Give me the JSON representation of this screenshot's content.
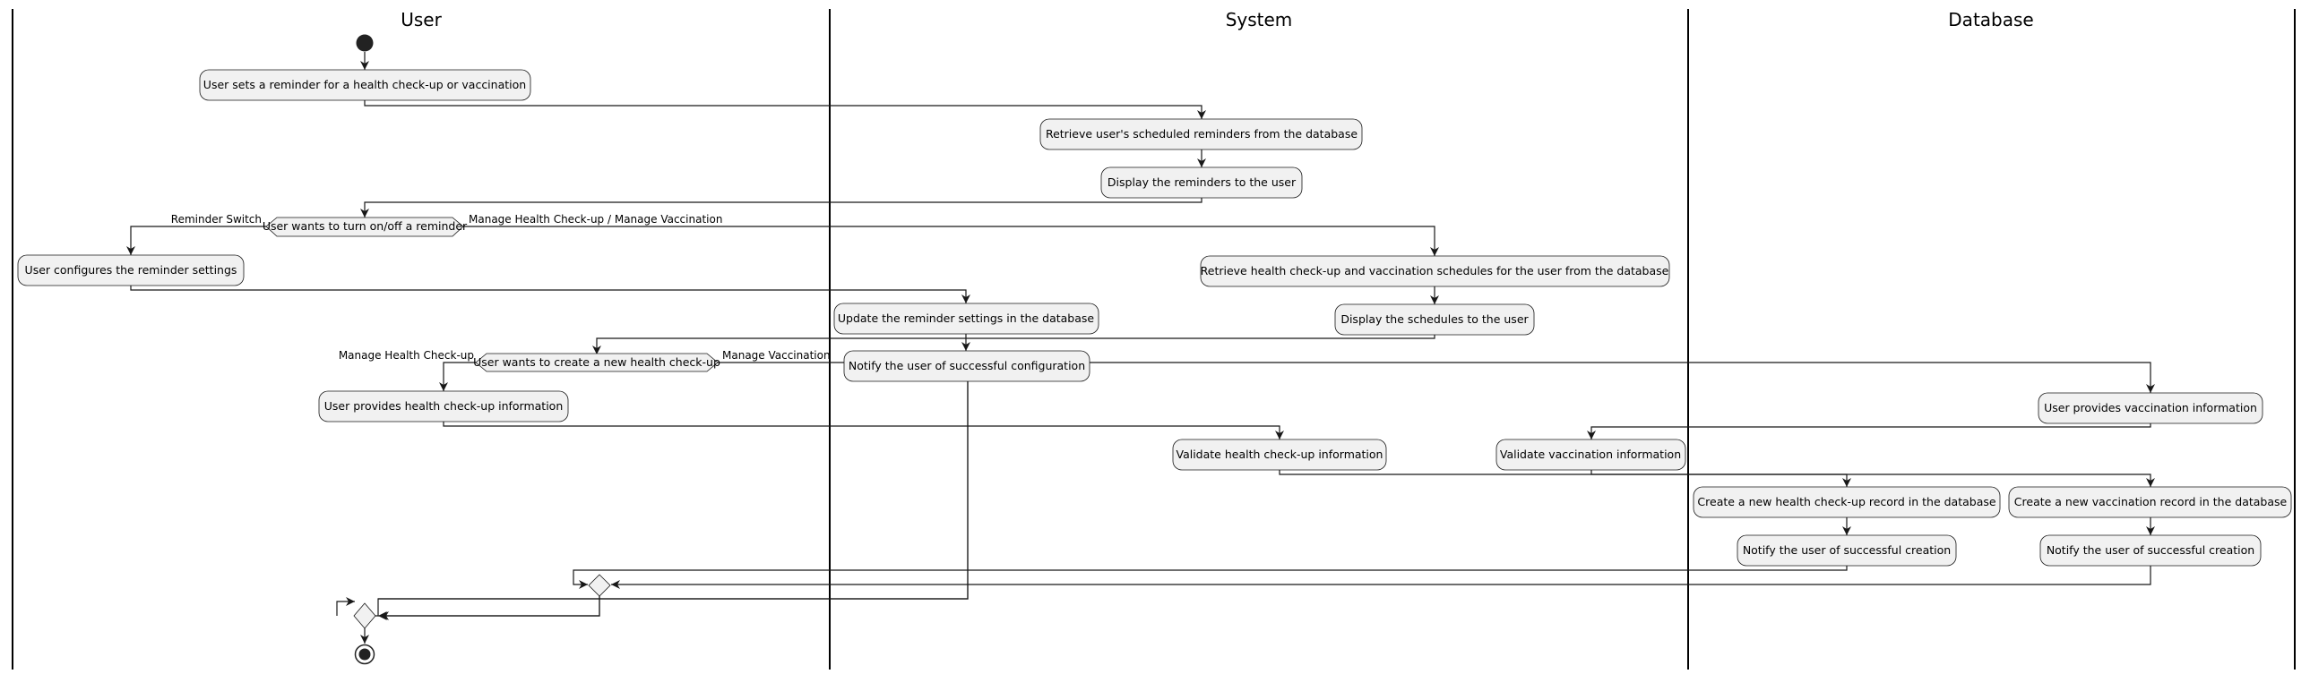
{
  "lanes": {
    "user": "User",
    "system": "System",
    "database": "Database"
  },
  "nodes": {
    "set_reminder": "User sets a reminder for a health check-up or vaccination",
    "retrieve_reminders": "Retrieve user's scheduled reminders from the database",
    "display_reminders": "Display the reminders to the user",
    "decision_toggle": "User wants to turn on/off a reminder",
    "configure_reminder": "User configures the reminder settings",
    "retrieve_schedules": "Retrieve health check-up and vaccination schedules for the user from the database",
    "update_settings": "Update the reminder settings in the database",
    "display_schedules": "Display the schedules to the user",
    "decision_create": "User wants to create a new health check-up",
    "notify_configuration": "Notify the user of successful configuration",
    "provide_checkup_info": "User provides health check-up information",
    "provide_vaccination_info": "User provides vaccination information",
    "validate_checkup": "Validate health check-up information",
    "validate_vaccination": "Validate vaccination information",
    "create_checkup_record": "Create a new health check-up record in the database",
    "create_vaccination_record": "Create a new vaccination record in the database",
    "notify_creation_checkup": "Notify the user of successful creation",
    "notify_creation_vaccination": "Notify the user of successful creation"
  },
  "branches": {
    "reminder_switch": "Reminder Switch",
    "manage_checkup_vaccination": "Manage Health Check-up / Manage Vaccination",
    "manage_checkup": "Manage Health Check-up",
    "manage_vaccination": "Manage Vaccination"
  },
  "colors": {
    "node_fill": "#f1f1f1",
    "node_border": "#181818",
    "lines": "#181818",
    "start_end": "#222222"
  }
}
